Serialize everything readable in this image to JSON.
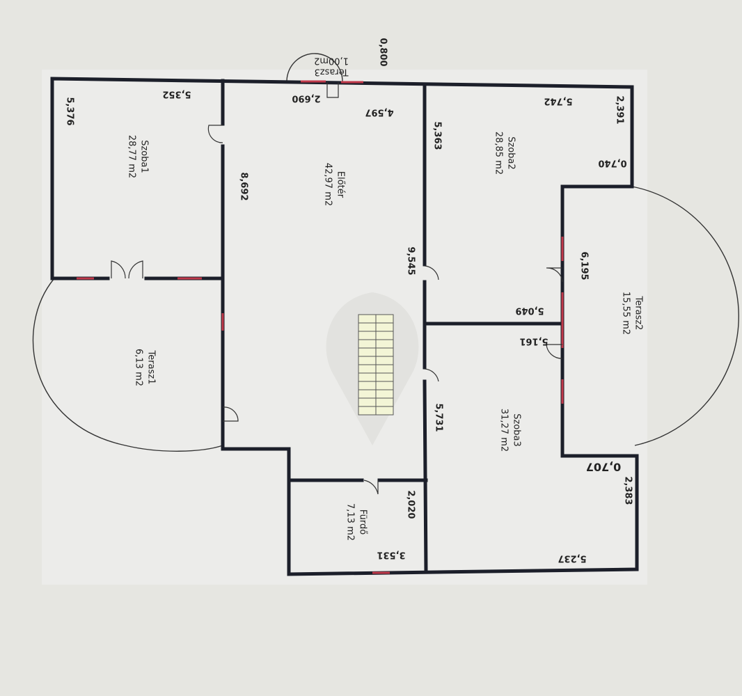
{
  "rooms": [
    {
      "name": "Szoba1",
      "area": "28,77 m2"
    },
    {
      "name": "Előtér",
      "area": "42,97 m2"
    },
    {
      "name": "Szoba2",
      "area": "28,85 m2"
    },
    {
      "name": "Terasz2",
      "area": "15,55 m2"
    },
    {
      "name": "Terasz1",
      "area": "6,13 m2"
    },
    {
      "name": "Szoba3",
      "area": "31,27 m2"
    },
    {
      "name": "Fürdő",
      "area": "7,13 m2"
    },
    {
      "name": "Terasz3",
      "area": "1,00m2"
    }
  ],
  "dimensions": {
    "d0800": "0,800",
    "d2690": "2,690",
    "d5352": "5,352",
    "d5376": "5,376",
    "d4597": "4,597",
    "d8692": "8,692",
    "d5363": "5,363",
    "d5742": "5,742",
    "d2391": "2,391",
    "d0740": "0,740",
    "d9545": "9,545",
    "d6195": "6,195",
    "d5049": "5,049",
    "d5161": "5,161",
    "d5731": "5,731",
    "d0707": "0,707",
    "d2383": "2,383",
    "d2020": "2,020",
    "d3531": "3,531",
    "d5237": "5,237"
  },
  "colors": {
    "wall": "#1c1f2a",
    "window": "#c0394a",
    "paper": "#e6e6e1",
    "stairs": "#f3f5d6"
  }
}
